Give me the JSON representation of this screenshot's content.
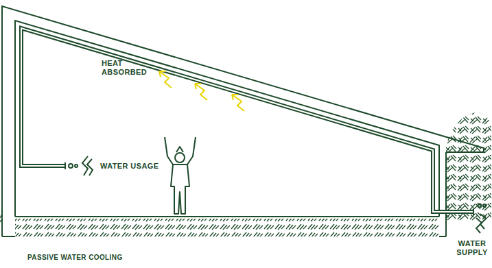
{
  "diagram": {
    "caption": "PASSIVE WATER COOLING",
    "labels": [
      "HEAT ABSORBED",
      "WATER USAGE",
      "WATER SUPPLY"
    ]
  }
}
